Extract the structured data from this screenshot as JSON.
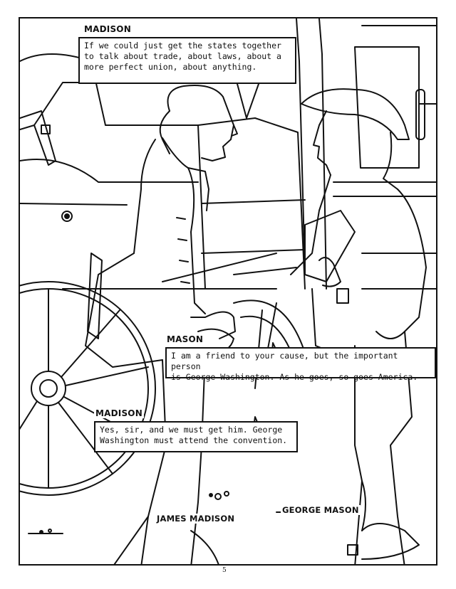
{
  "panel": {
    "dialogue": [
      {
        "speaker": "MADISON",
        "text": "If we could just get the states together\nto talk about trade, about laws, about a\nmore perfect union, about anything."
      },
      {
        "speaker": "MASON",
        "text": "I am a friend to your cause, but the important person\nis George Washington. As he goes, so goes America."
      },
      {
        "speaker": "MADISON",
        "text": "Yes, sir, and we must get him. George\nWashington must attend the convention."
      }
    ],
    "captions": {
      "left_figure": "JAMES MADISON",
      "right_figure": "GEORGE MASON"
    }
  },
  "page_number": "5",
  "colors": {
    "ink": "#111111",
    "paper": "#ffffff"
  }
}
